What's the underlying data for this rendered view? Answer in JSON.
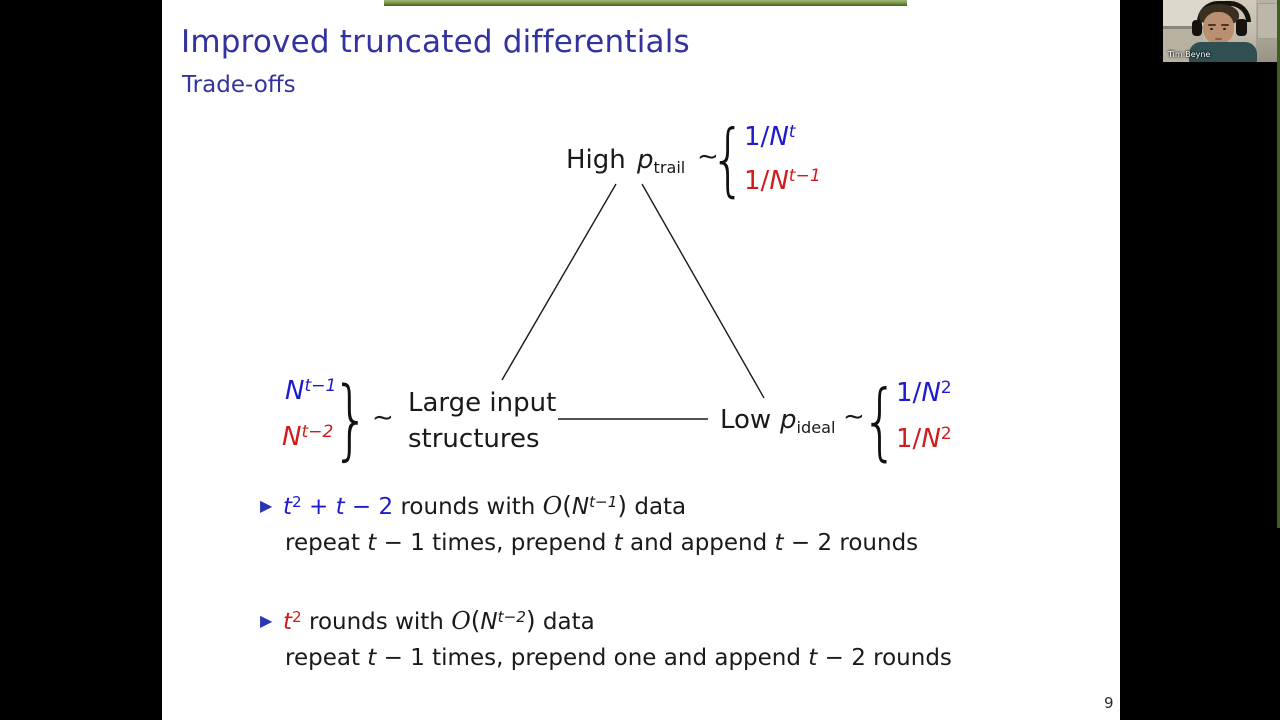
{
  "meta": {
    "page_number": "9"
  },
  "colors": {
    "title_blue": "#33339f",
    "math_blue": "#1c1ccd",
    "math_red": "#cf1d1d",
    "bullet_marker_blue": "#2a35b5",
    "green_bar": "#7d9b4e"
  },
  "title_block": {
    "title": "Improved truncated differentials",
    "subtitle": "Trade-offs"
  },
  "webcam": {
    "name_label": "Tim Beyne"
  },
  "diagram": {
    "top": {
      "word": "High",
      "p": "p",
      "p_sub": "trail",
      "tilde": "∼",
      "brace": "{",
      "blue_frac": "1/",
      "blue_n": "N",
      "blue_sup": "t",
      "red_frac": "1/",
      "red_n": "N",
      "red_sup": "t−1"
    },
    "left": {
      "blue_n": "N",
      "blue_sup": "t−1",
      "red_n": "N",
      "red_sup": "t−2",
      "brace": "}",
      "tilde": "∼",
      "label1": "Large input",
      "label2": "structures"
    },
    "right": {
      "word": "Low",
      "p": "p",
      "p_sub": "ideal",
      "tilde": "∼",
      "brace": "{",
      "blue_frac": "1/",
      "blue_n": "N",
      "blue_sup": "2",
      "red_frac": "1/",
      "red_n": "N",
      "red_sup": "2"
    }
  },
  "bullets": [
    {
      "marker": "▶",
      "h_t": "t",
      "h_tsup": "2",
      "h_plus": " + ",
      "h_t2": "t",
      "h_minus": " − 2",
      "mid": " rounds with ",
      "cal_o": "O",
      "open": "(",
      "n": "N",
      "n_sup": "t−1",
      "close": ")",
      "tail": " data",
      "l2a": "repeat ",
      "l2t1": "t",
      "l2b": " − 1 times, prepend ",
      "l2t2": "t",
      "l2c": " and append ",
      "l2t3": "t",
      "l2d": " − 2 rounds"
    },
    {
      "marker": "▶",
      "h_t": "t",
      "h_tsup": "2",
      "mid": " rounds with ",
      "cal_o": "O",
      "open": "(",
      "n": "N",
      "n_sup": "t−2",
      "close": ")",
      "tail": " data",
      "l2a": "repeat ",
      "l2t1": "t",
      "l2b": " − 1 times, prepend one and append ",
      "l2t2": "t",
      "l2c": " − 2 rounds"
    }
  ]
}
